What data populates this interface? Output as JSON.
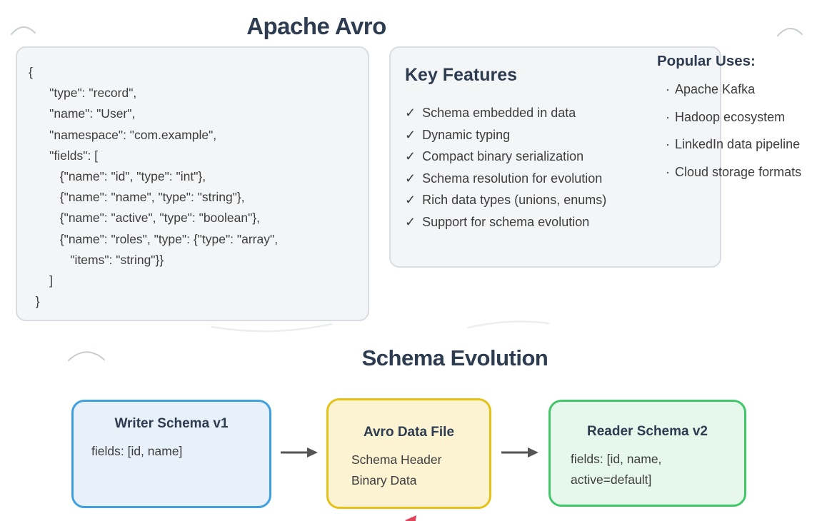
{
  "title": "Apache Avro",
  "icons": {
    "check": "✓",
    "bullet": "·"
  },
  "schema_code": "{\n      \"type\": \"record\",\n      \"name\": \"User\",\n      \"namespace\": \"com.example\",\n      \"fields\": [\n         {\"name\": \"id\", \"type\": \"int\"},\n         {\"name\": \"name\", \"type\": \"string\"},\n         {\"name\": \"active\", \"type\": \"boolean\"},\n         {\"name\": \"roles\", \"type\": {\"type\": \"array\",\n            \"items\": \"string\"}}\n      ]\n  }",
  "key_features": {
    "heading": "Key Features",
    "items": [
      "Schema embedded in data",
      "Dynamic typing",
      "Compact binary serialization",
      "Schema resolution for evolution",
      "Rich data types (unions, enums)",
      "Support for schema evolution"
    ]
  },
  "popular_uses": {
    "heading": "Popular Uses:",
    "items": [
      "Apache Kafka",
      "Hadoop ecosystem",
      "LinkedIn data pipeline",
      "Cloud storage formats"
    ]
  },
  "schema_evolution": {
    "heading": "Schema Evolution",
    "writer": {
      "title": "Writer Schema v1",
      "body": "fields: [id, name]"
    },
    "data_file": {
      "title": "Avro Data File",
      "lines": [
        "Schema Header",
        "Binary Data"
      ]
    },
    "reader": {
      "title": "Reader Schema v2",
      "lines": [
        "fields: [id, name,",
        "active=default]"
      ]
    }
  },
  "colors": {
    "heading": "#2d3c50",
    "panel_bg": "#f4f5f7",
    "panel_border": "#d9dce1",
    "writer_border": "#3f9fe0",
    "writer_bg": "#e8f1fa",
    "data_file_border": "#e6c216",
    "data_file_bg": "#fbf3d2",
    "reader_border": "#3fc768",
    "reader_bg": "#e6f7ec",
    "arrow": "#555555",
    "annotation_red": "#e0445a",
    "sketch_arc": "#c9ccd1"
  }
}
